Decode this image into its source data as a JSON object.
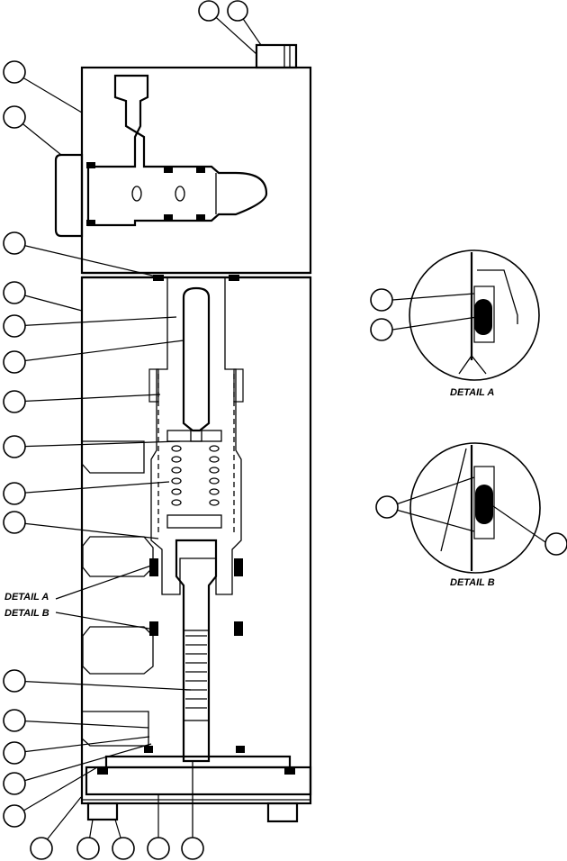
{
  "labels": {
    "detail_a_pointer": "DETAIL A",
    "detail_b_pointer": "DETAIL B",
    "detail_a_caption": "DETAIL A",
    "detail_b_caption": "DETAIL B"
  }
}
